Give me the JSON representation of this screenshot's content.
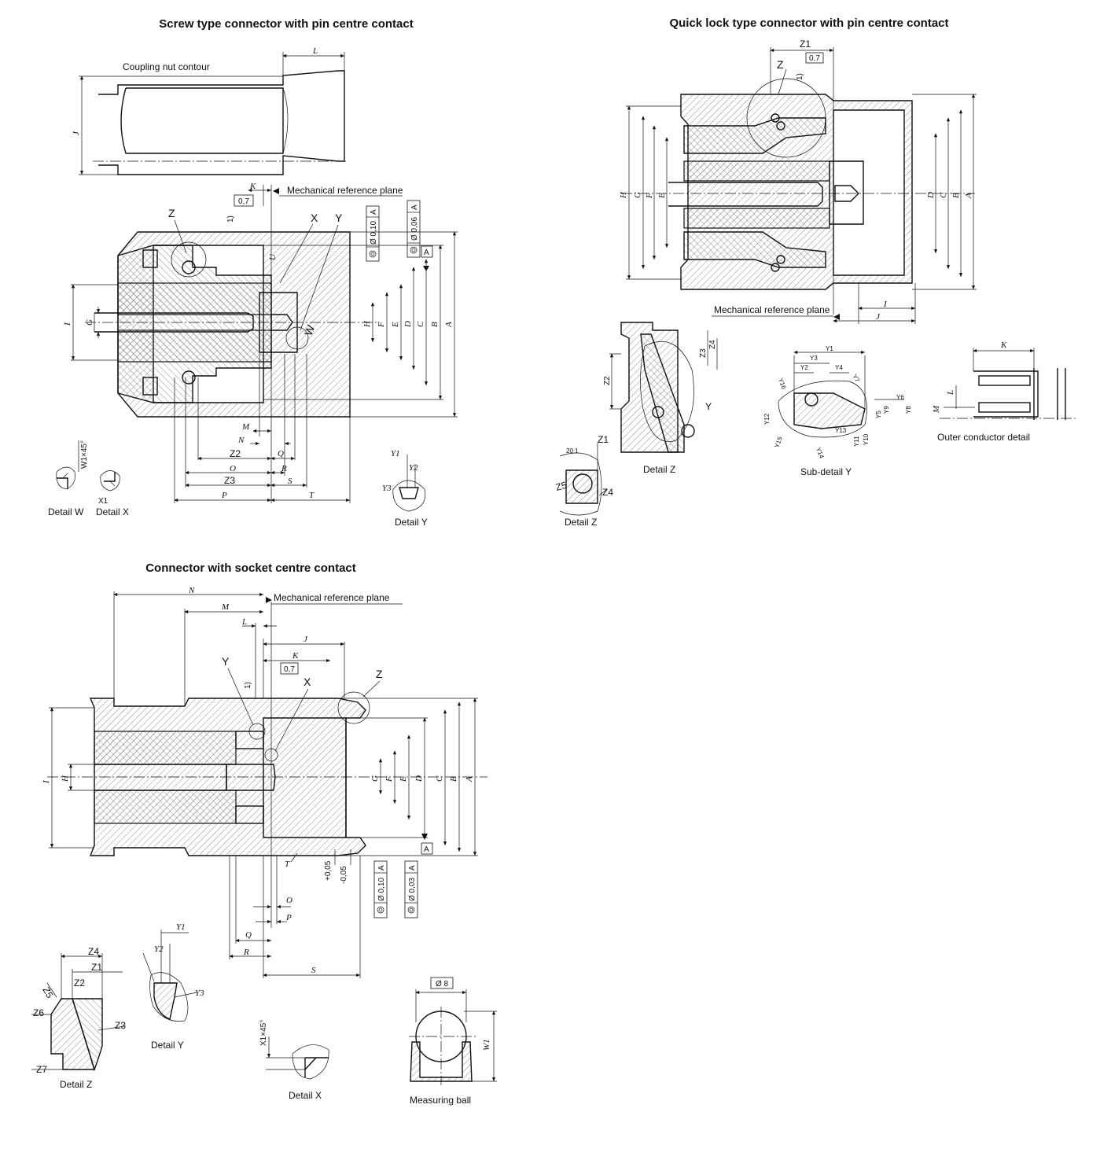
{
  "titles": {
    "screw": "Screw type connector with pin centre contact",
    "quick": "Quick lock type connector with pin centre contact",
    "socket": "Connector with socket centre contact"
  },
  "screw": {
    "coupling_nut": "Coupling nut contour",
    "mech_ref": "Mechanical reference plane",
    "tol1": "0,7",
    "note1": "1)",
    "fcf1": "Ø 0,10",
    "fcf2": "Ø 0,06",
    "datum": "A",
    "callouts": {
      "z": "Z",
      "x": "X",
      "y": "Y",
      "w": "W"
    },
    "dims": {
      "L": "L",
      "J": "J",
      "K": "K",
      "U": "U",
      "H": "H",
      "F": "F",
      "E": "E",
      "D": "D",
      "C": "C",
      "B": "B",
      "A": "A",
      "I": "I",
      "G": "G",
      "M": "M",
      "N": "N",
      "Z2": "Z2",
      "Q": "Q",
      "O": "O",
      "R": "R",
      "Z3": "Z3",
      "S": "S",
      "P": "P",
      "T": "T"
    },
    "detail_w": "Detail W",
    "detail_x": "Detail X",
    "detail_y": "Detail Y",
    "w1": "W1×45°",
    "x1": "X1",
    "y1": "Y1",
    "y2": "Y2",
    "y3": "Y3"
  },
  "quick": {
    "z1": "Z1",
    "tol": "0.7",
    "z": "Z",
    "note1": "1)",
    "mech_ref": "Mechanical reference plane",
    "dims": {
      "H": "H",
      "G": "G",
      "F": "F",
      "E": "E",
      "D": "D",
      "C": "C",
      "B": "B",
      "A": "A",
      "I": "I",
      "J": "J"
    },
    "detail_z_dims": {
      "z2": "Z2",
      "z3": "Z3",
      "z4": "Z4",
      "y": "Y"
    },
    "detail_z": "Detail Z",
    "sub_y_dims": {
      "y1": "Y1",
      "y2": "Y2",
      "y3": "Y3",
      "y4": "Y4",
      "y5": "Y5",
      "y6": "Y6",
      "y7": "Y7",
      "y8": "Y8",
      "y9": "Y9",
      "y10": "Y10",
      "y11": "Y11",
      "y12": "Y12",
      "y13": "Y13",
      "y14": "Y14",
      "y15": "Y15",
      "y16": "Y16"
    },
    "sub_detail_y": "Sub-detail Y",
    "outer_dims": {
      "k": "K",
      "l": "L",
      "m": "M"
    },
    "outer_detail": "Outer conductor detail",
    "scale": "20:1",
    "z1b": "Z1",
    "z5": "Z5",
    "z4": "Z4",
    "detail_z2": "Detail Z"
  },
  "socket": {
    "mech_ref": "Mechanical reference plane",
    "tol": "0,7",
    "note1": "1)",
    "callouts": {
      "y": "Y",
      "x": "X",
      "z": "Z"
    },
    "dims": {
      "N": "N",
      "M": "M",
      "L": "L",
      "J": "J",
      "K": "K",
      "I": "I",
      "H": "H",
      "G": "G",
      "F": "F",
      "E": "E",
      "D": "D",
      "C": "C",
      "B": "B",
      "A": "A",
      "T": "T",
      "O": "O",
      "P": "P",
      "Q": "Q",
      "R": "R",
      "S": "S"
    },
    "tol_plus": "+0,05",
    "tol_minus": "-0,05",
    "fcf1": "Ø 0,10",
    "fcf2": "Ø 0,03",
    "datum": "A",
    "detail_z_dims": {
      "z1": "Z1",
      "z2": "Z2",
      "z3": "Z3",
      "z4": "Z4",
      "z5": "Z5",
      "z6": "Z6",
      "z7": "Z7"
    },
    "detail_z": "Detail Z",
    "detail_y_dims": {
      "y1": "Y1",
      "y2": "Y2",
      "y3": "Y3"
    },
    "detail_y": "Detail Y",
    "x1": "X1×45°",
    "detail_x": "Detail X",
    "ball_dia": "Ø 8",
    "w1": "W1",
    "measuring_ball": "Measuring ball"
  }
}
